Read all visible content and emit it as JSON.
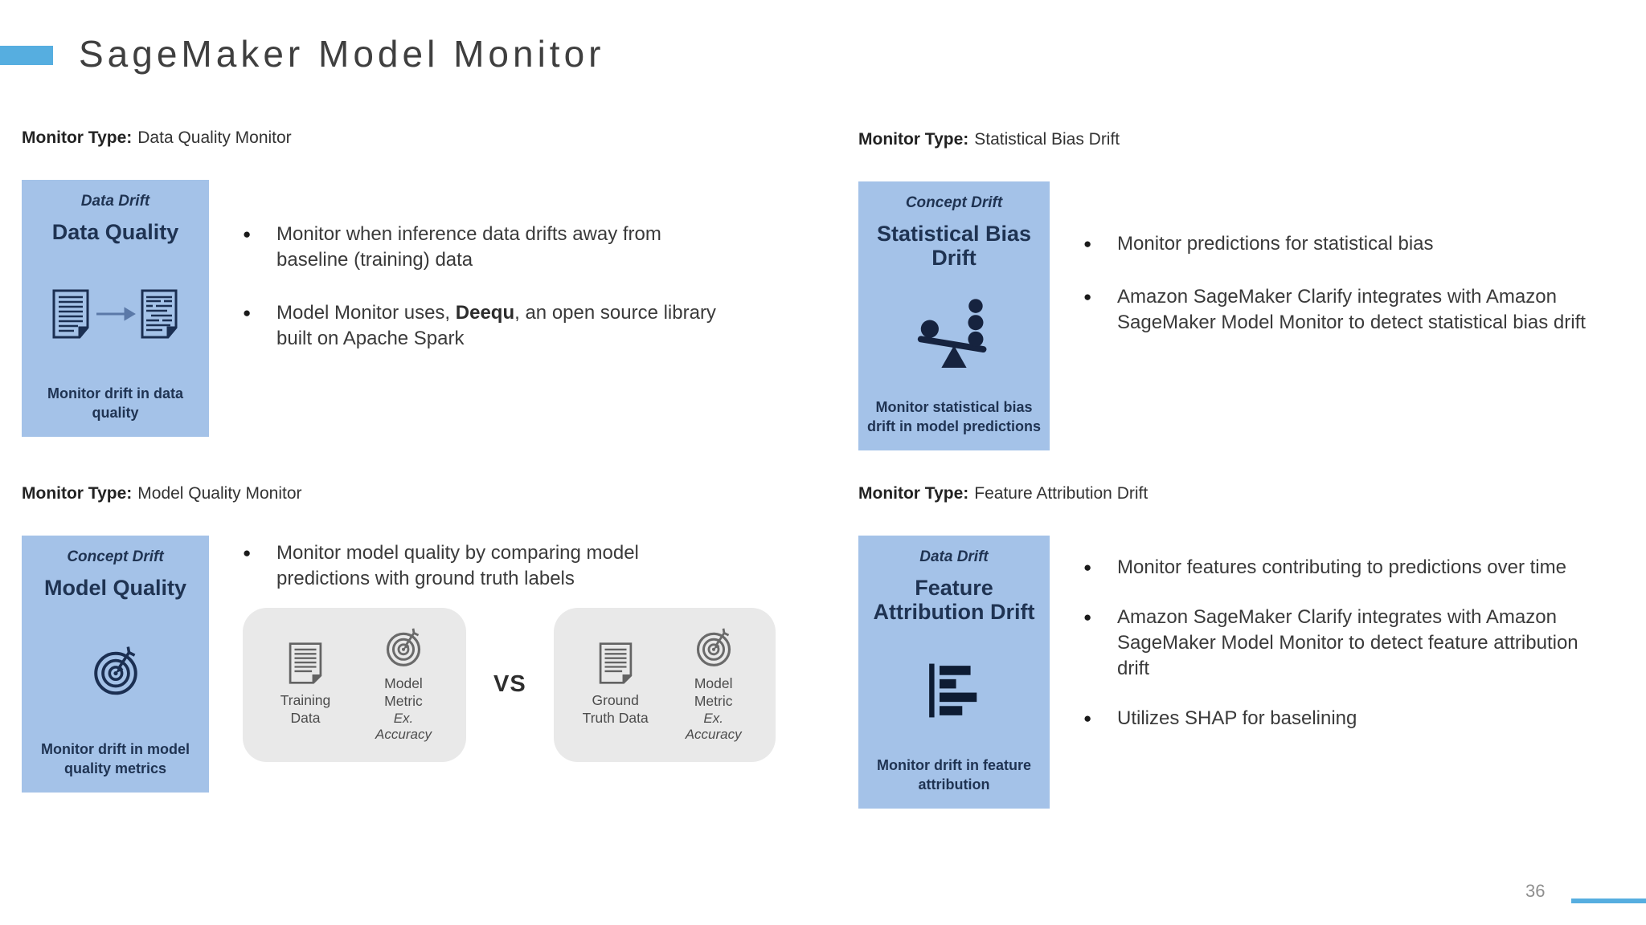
{
  "slide": {
    "title": "SageMaker Model Monitor",
    "page_number": "36"
  },
  "glyphs": {
    "bullet": "●"
  },
  "colors": {
    "accent_blue": "#56aee0",
    "card_blue": "#a4c2e8",
    "navy": "#1f3352",
    "body_text": "#3a3a3a",
    "compare_box_gray": "#e9e9e9"
  },
  "quadrants": {
    "data_quality": {
      "monitor_type_label": "Monitor Type:",
      "monitor_type_value": "Data Quality Monitor",
      "card": {
        "tag": "Data Drift",
        "title": "Data Quality",
        "icon": "documents-drift-icon",
        "caption": "Monitor drift in data quality"
      },
      "bullets": [
        {
          "pre": "Monitor when inference data drifts away from baseline (training) data",
          "bold": "",
          "post": ""
        },
        {
          "pre": "Model Monitor uses, ",
          "bold": "Deequ",
          "post": ", an open source library built on Apache Spark"
        }
      ]
    },
    "statistical_bias": {
      "monitor_type_label": "Monitor Type:",
      "monitor_type_value": "Statistical Bias Drift",
      "card": {
        "tag": "Concept Drift",
        "title": "Statistical Bias Drift",
        "icon": "bias-seesaw-icon",
        "caption": "Monitor statistical bias drift in model predictions"
      },
      "bullets": [
        {
          "pre": "Monitor predictions for statistical bias",
          "bold": "",
          "post": ""
        },
        {
          "pre": "Amazon SageMaker Clarify integrates with Amazon SageMaker Model Monitor to detect statistical bias drift",
          "bold": "",
          "post": ""
        }
      ]
    },
    "model_quality": {
      "monitor_type_label": "Monitor Type:",
      "monitor_type_value": "Model Quality Monitor",
      "card": {
        "tag": "Concept Drift",
        "title": "Model Quality",
        "icon": "target-metric-icon",
        "caption": "Monitor drift in model quality metrics"
      },
      "bullets": [
        {
          "pre": "Monitor model quality by comparing model predictions with ground truth labels",
          "bold": "",
          "post": ""
        }
      ],
      "comparison": {
        "vs_label": "VS",
        "left": {
          "items": [
            {
              "icon": "document-icon",
              "label": "Training Data",
              "sub": ""
            },
            {
              "icon": "target-metric-icon",
              "label": "Model Metric",
              "sub": "Ex. Accuracy"
            }
          ]
        },
        "right": {
          "items": [
            {
              "icon": "document-icon",
              "label": "Ground Truth Data",
              "sub": ""
            },
            {
              "icon": "target-metric-icon",
              "label": "Model Metric",
              "sub": "Ex. Accuracy"
            }
          ]
        }
      }
    },
    "feature_attribution": {
      "monitor_type_label": "Monitor Type:",
      "monitor_type_value": "Feature Attribution Drift",
      "card": {
        "tag": "Data Drift",
        "title": "Feature Attribution Drift",
        "icon": "feature-bars-icon",
        "caption": "Monitor drift in feature attribution"
      },
      "bullets": [
        {
          "pre": "Monitor features contributing to predictions over time",
          "bold": "",
          "post": ""
        },
        {
          "pre": "Amazon SageMaker Clarify integrates with Amazon SageMaker Model Monitor to detect feature attribution drift",
          "bold": "",
          "post": ""
        },
        {
          "pre": "Utilizes SHAP for baselining",
          "bold": "",
          "post": ""
        }
      ]
    }
  }
}
